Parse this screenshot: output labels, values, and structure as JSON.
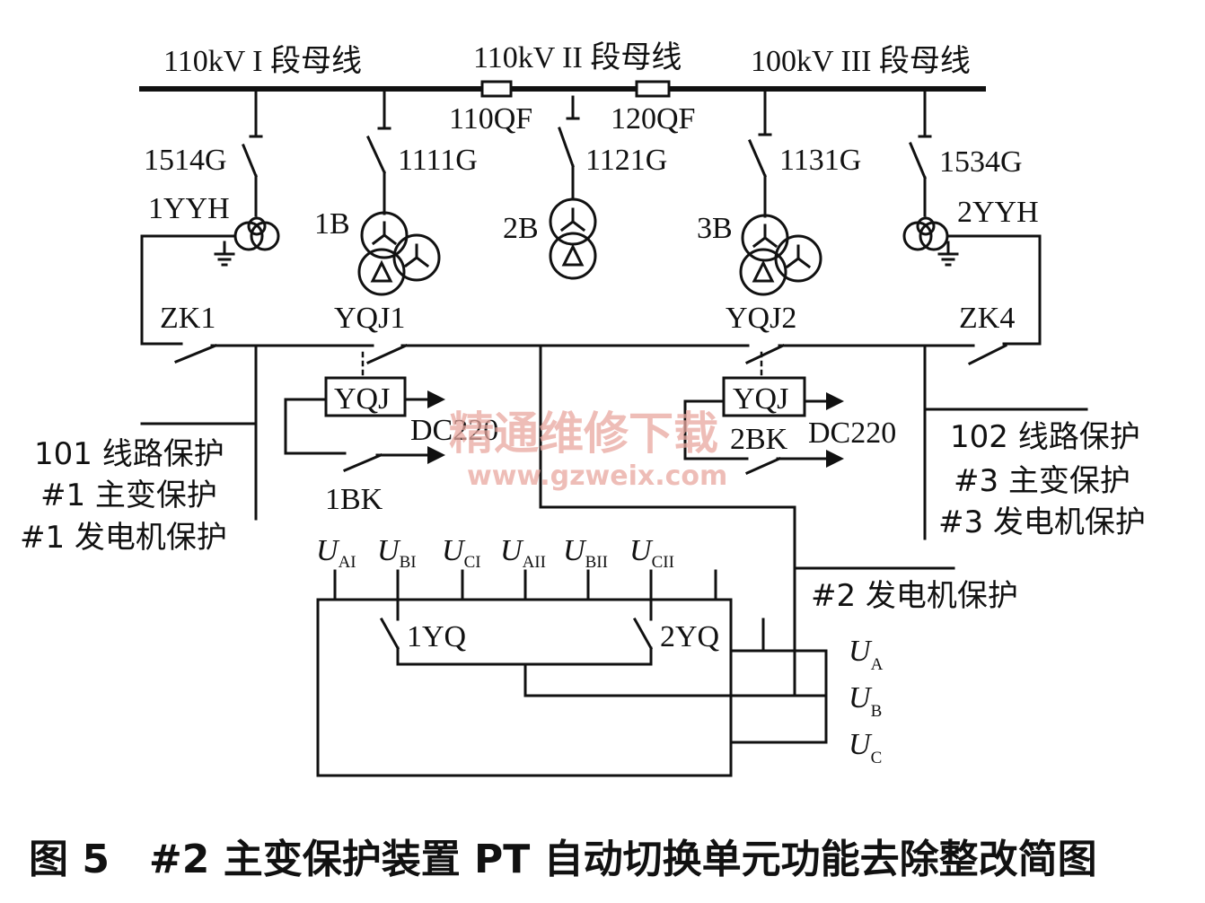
{
  "buses": {
    "bus1": "110kV I 段母线",
    "bus2": "110kV II 段母线",
    "bus3": "100kV III 段母线"
  },
  "breakers": {
    "qf110": "110QF",
    "qf120": "120QF"
  },
  "disconnectors": {
    "g1514": "1514G",
    "g1111": "1111G",
    "g1121": "1121G",
    "g1131": "1131G",
    "g1534": "1534G"
  },
  "pts": {
    "pt1": "1YYH",
    "pt2": "2YYH"
  },
  "transformers": {
    "t1": "1B",
    "t2": "2B",
    "t3": "3B"
  },
  "contacts": {
    "zk1": "ZK1",
    "zk4": "ZK4",
    "yqj1": "YQJ1",
    "yqj2": "YQJ2",
    "bk1": "1BK",
    "bk2": "2BK"
  },
  "relays": {
    "r1": "YQJ",
    "r2": "YQJ"
  },
  "supply": {
    "left": "DC220",
    "right": "DC220"
  },
  "left_group": [
    "101 线路保护",
    "#1 主变保护",
    "#1 发电机保护"
  ],
  "right_group": [
    "102 线路保护",
    "#3 主变保护",
    "#3 发电机保护"
  ],
  "gen2": "#2 发电机保护",
  "inputs": [
    {
      "main": "U",
      "sub": "AI"
    },
    {
      "main": "U",
      "sub": "BI"
    },
    {
      "main": "U",
      "sub": "CI"
    },
    {
      "main": "U",
      "sub": "AII"
    },
    {
      "main": "U",
      "sub": "BII"
    },
    {
      "main": "U",
      "sub": "CII"
    }
  ],
  "outputs": [
    {
      "main": "U",
      "sub": "A"
    },
    {
      "main": "U",
      "sub": "B"
    },
    {
      "main": "U",
      "sub": "C"
    }
  ],
  "switches": {
    "yq1": "1YQ",
    "yq2": "2YQ"
  },
  "watermark": {
    "cn": "精通维修下载",
    "url": "www.gzweix.com"
  },
  "caption": "图 5　#2 主变保护装置 PT 自动切换单元功能去除整改简图"
}
